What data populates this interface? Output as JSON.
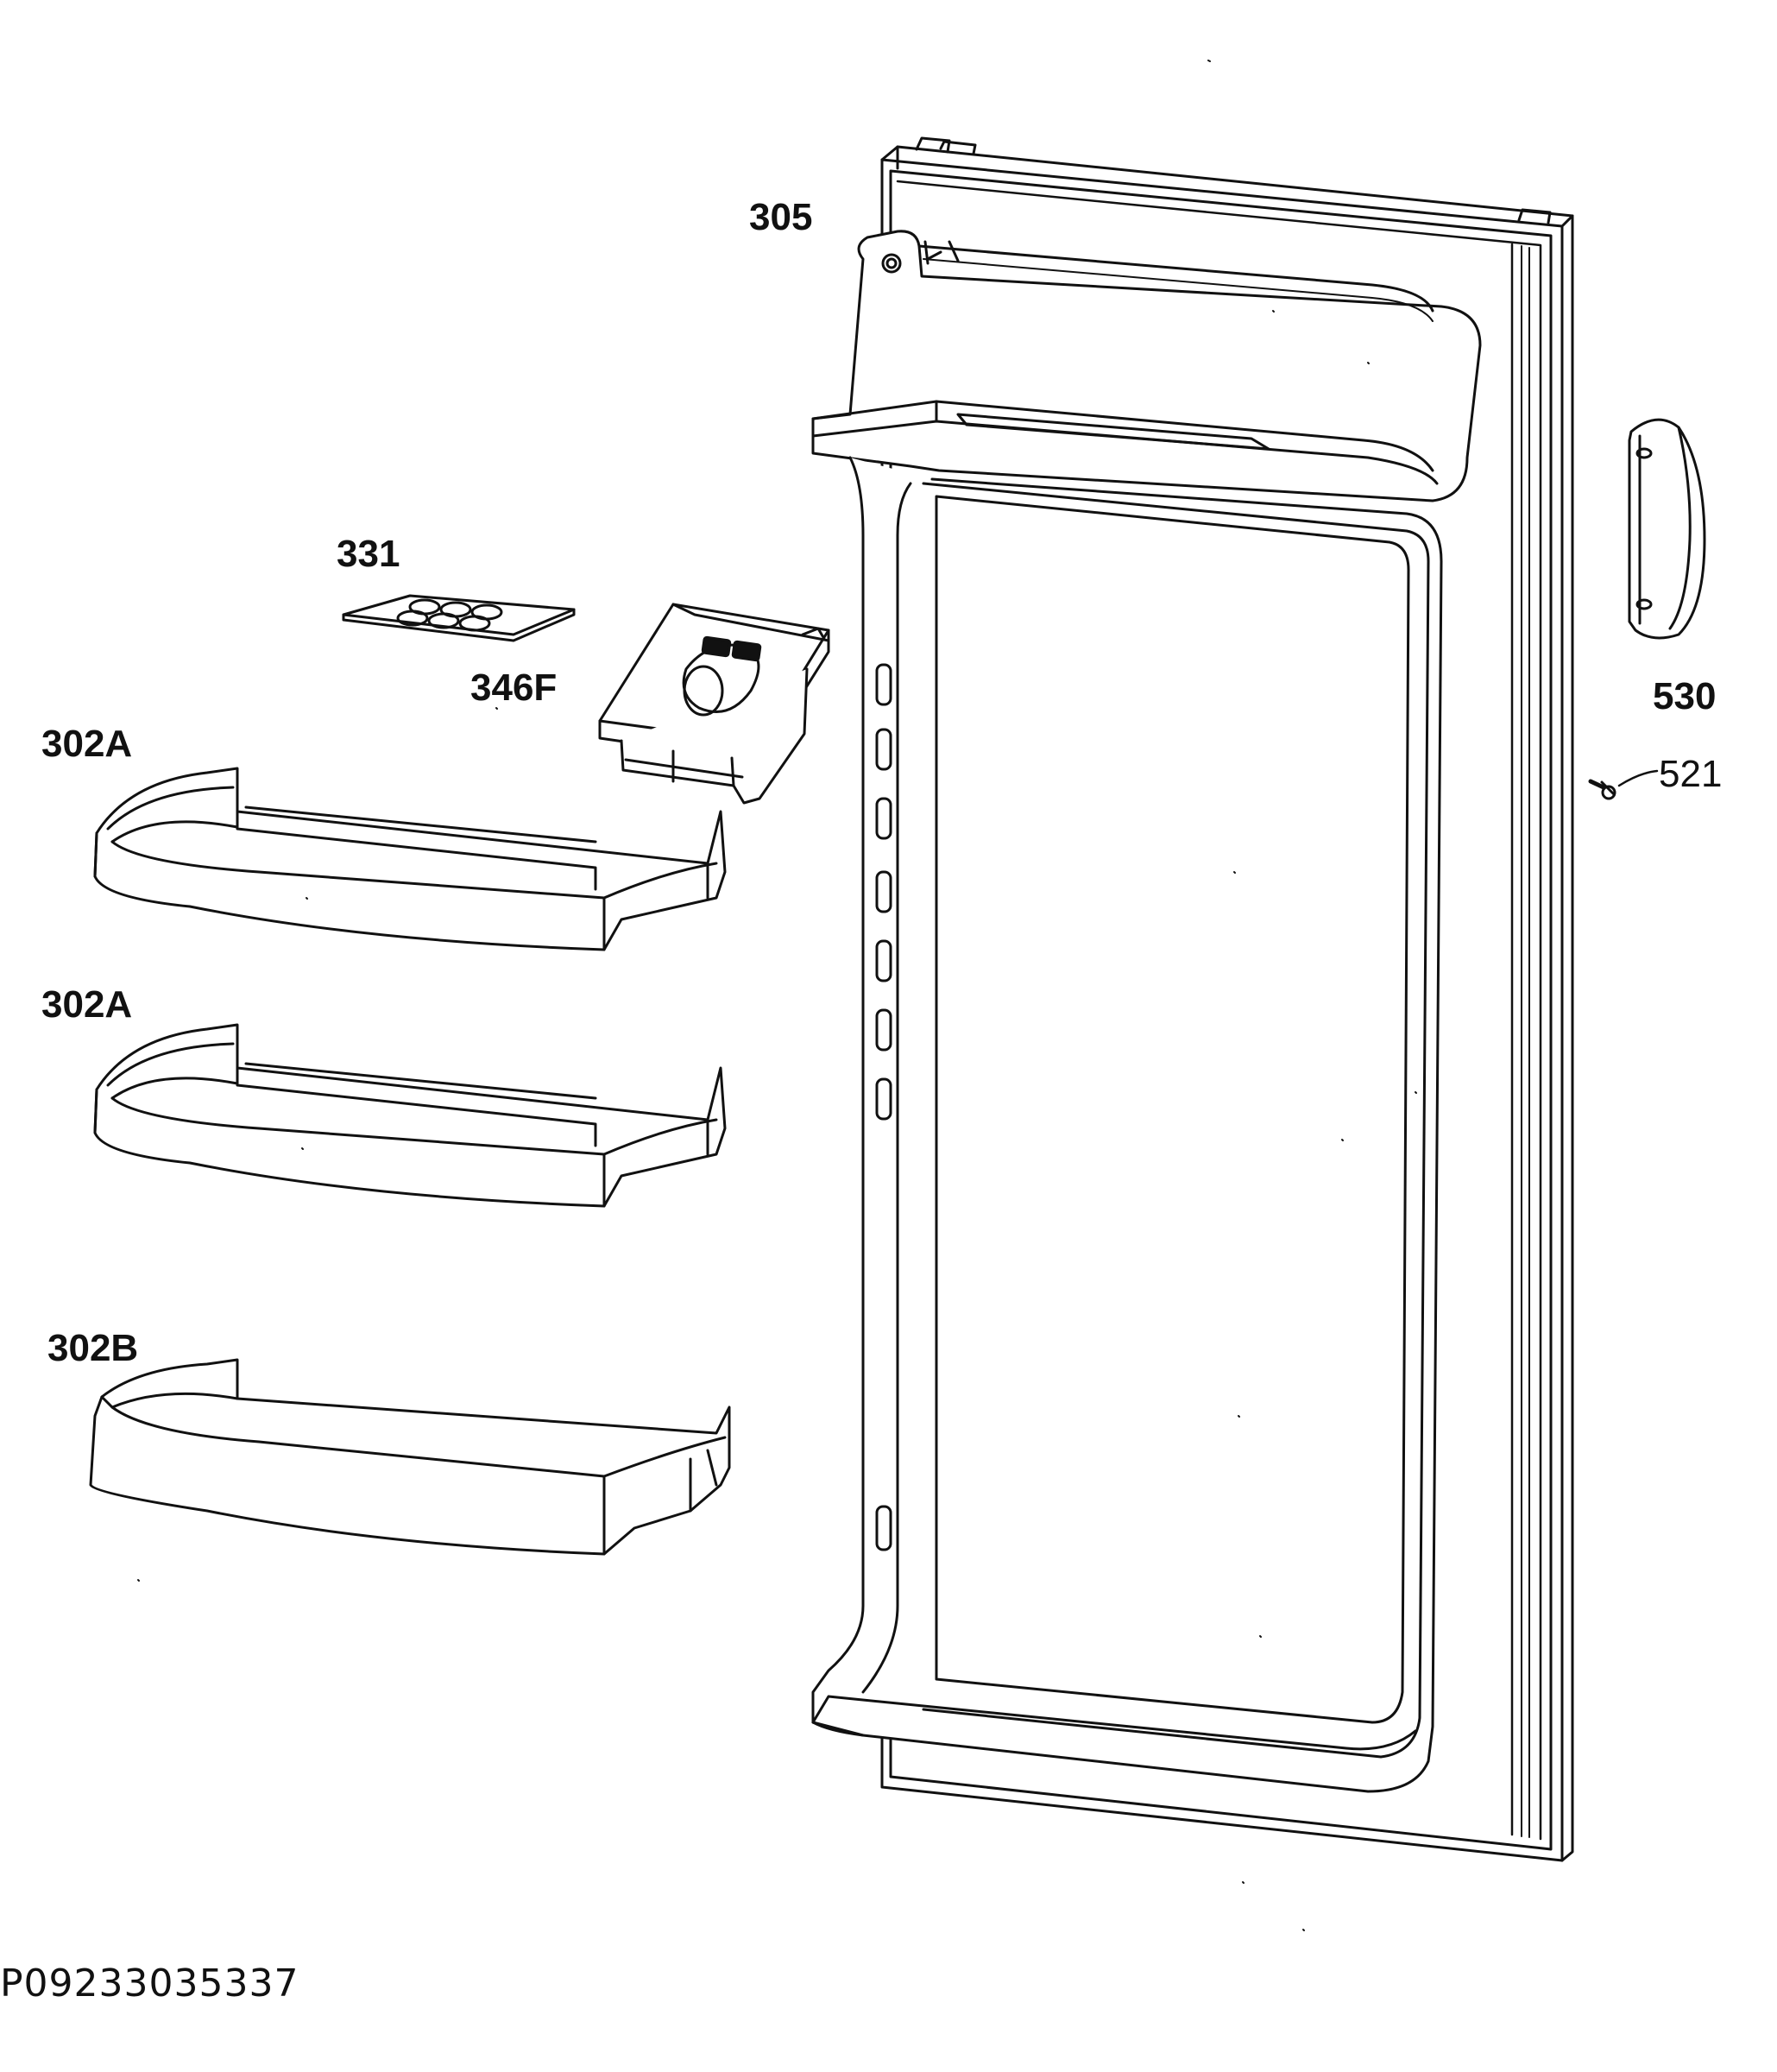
{
  "diagram": {
    "labels": {
      "door_panel": "305",
      "egg_tray": "331",
      "butter_dish": "346F",
      "balcony_upper": "302A",
      "balcony_middle": "302A",
      "balcony_bottom": "302B",
      "handle": "530",
      "screw": "521"
    },
    "document_id": "P09233035337",
    "line_color": "#111111",
    "background_color": "#ffffff"
  }
}
